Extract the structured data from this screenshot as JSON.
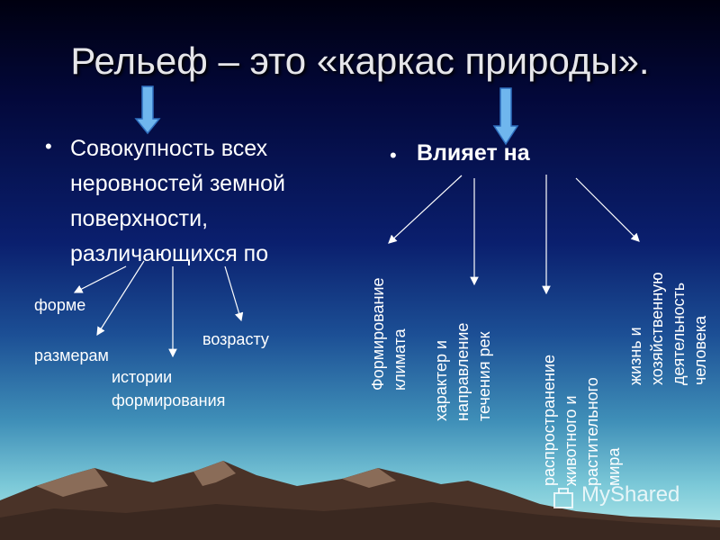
{
  "title": "Рельеф – это «каркас природы».",
  "left": {
    "bullet": "•",
    "lines": [
      "Совокупность всех",
      "неровностей земной",
      "поверхности,",
      "различающихся по"
    ],
    "branches": {
      "form": "форме",
      "size": "размерам",
      "age": "возрасту",
      "history_line1": "истории",
      "history_line2": "формирования"
    }
  },
  "right": {
    "bullet": "•",
    "heading": "Влияет на",
    "branches": {
      "climate": [
        "Формирование",
        "климата"
      ],
      "rivers": [
        "характер и",
        "направление",
        "течения рек"
      ],
      "life": [
        "распространение",
        "животного и",
        "растительного",
        "мира"
      ],
      "human": [
        "жизнь и",
        "хозяйственную",
        "деятельность",
        "человека"
      ]
    }
  },
  "watermark": "MyShared",
  "colors": {
    "arrow_fill": "#6fb6ee",
    "arrow_stroke": "#2f6fbf",
    "mountain_dark": "#4a3328",
    "mountain_light": "#8a6c58"
  }
}
